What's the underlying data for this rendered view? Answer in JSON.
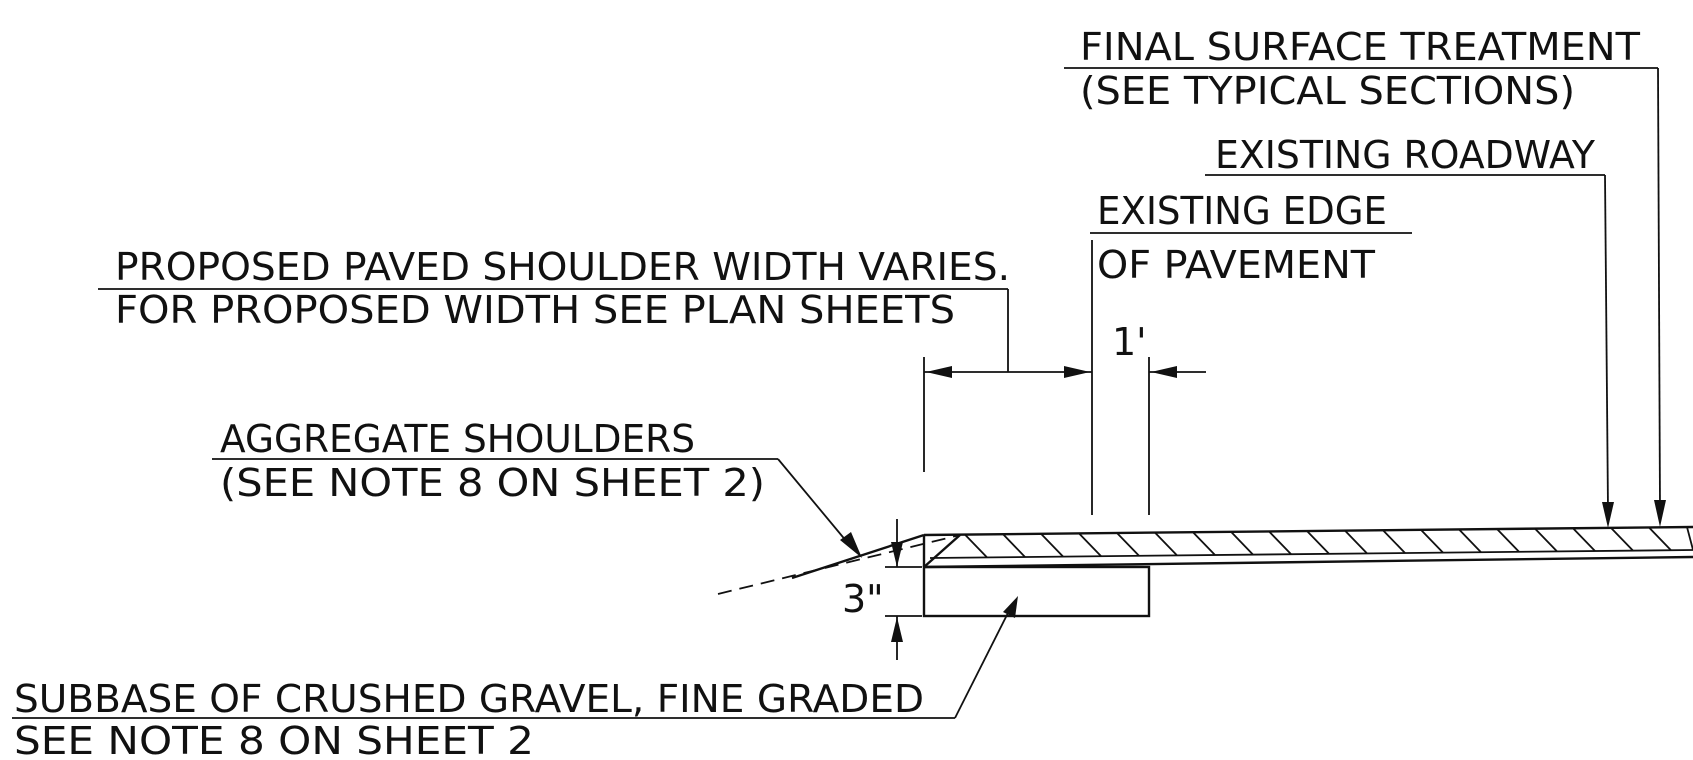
{
  "labels": {
    "final_surface_line1": "FINAL SURFACE TREATMENT",
    "final_surface_line2": "(SEE TYPICAL SECTIONS)",
    "existing_roadway": "EXISTING ROADWAY",
    "existing_edge_line1": "EXISTING EDGE",
    "existing_edge_line2": "OF PAVEMENT",
    "paved_shoulder_line1": "PROPOSED PAVED SHOULDER WIDTH VARIES.",
    "paved_shoulder_line2": "FOR PROPOSED WIDTH SEE PLAN SHEETS",
    "aggregate_line1": "AGGREGATE SHOULDERS",
    "aggregate_line2": "(SEE NOTE 8 ON SHEET 2)",
    "subbase_line1": "SUBBASE OF CRUSHED GRAVEL, FINE GRADED",
    "subbase_line2": "SEE NOTE 8 ON SHEET 2"
  },
  "dimensions": {
    "offset": "1'",
    "depth": "3\""
  },
  "colors": {
    "ink": "#111111",
    "paper": "#ffffff"
  }
}
